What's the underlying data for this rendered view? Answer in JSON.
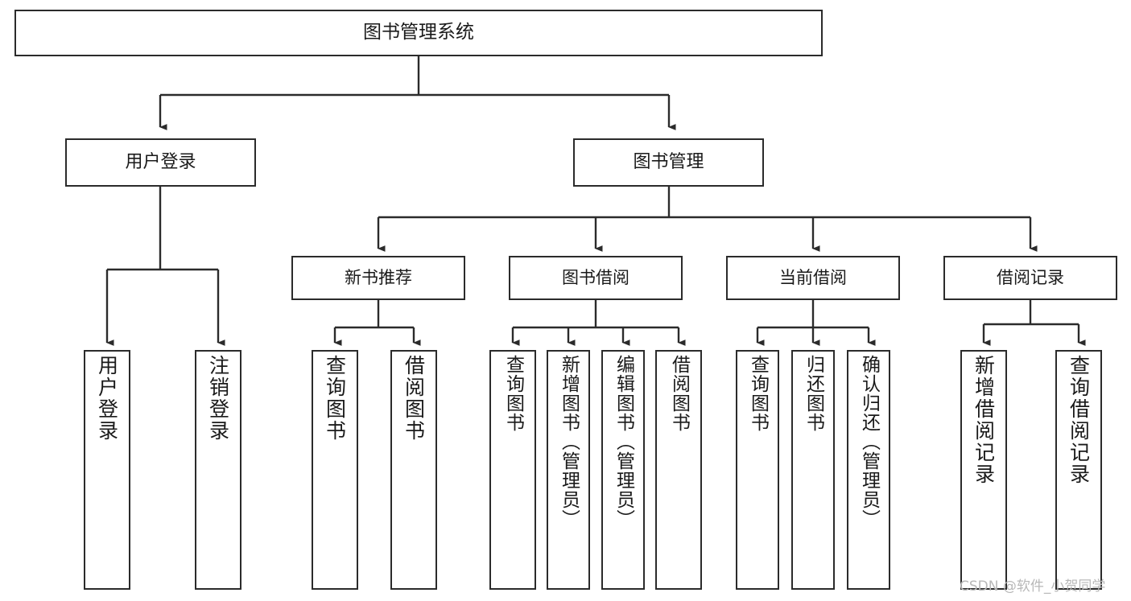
{
  "diagram": {
    "type": "hierarchy-tree",
    "title": "图书管理系统",
    "watermark": "CSDN @软件_小贺同学",
    "colors": {
      "box_border": "#2b2b2b",
      "box_fill": "#ffffff",
      "connector": "#2b2b2b",
      "text": "#1a1a1a",
      "watermark": "#b8b8b8"
    },
    "root": {
      "label": "图书管理系统"
    },
    "level1": [
      {
        "label": "用户登录"
      },
      {
        "label": "图书管理"
      }
    ],
    "level2": [
      {
        "label": "新书推荐"
      },
      {
        "label": "图书借阅"
      },
      {
        "label": "当前借阅"
      },
      {
        "label": "借阅记录"
      }
    ],
    "leaves": {
      "user_login": [
        {
          "label": "用户登录"
        },
        {
          "label": "注销登录"
        }
      ],
      "new_book_recommend": [
        {
          "label": "查询图书"
        },
        {
          "label": "借阅图书"
        }
      ],
      "book_borrow": [
        {
          "label": "查询图书"
        },
        {
          "label": "新增图书（管理员）"
        },
        {
          "label": "编辑图书（管理员）"
        },
        {
          "label": "借阅图书"
        }
      ],
      "current_borrow": [
        {
          "label": "查询图书"
        },
        {
          "label": "归还图书"
        },
        {
          "label": "确认归还（管理员）"
        }
      ],
      "borrow_record": [
        {
          "label": "新增借阅记录"
        },
        {
          "label": "查询借阅记录"
        }
      ]
    }
  }
}
